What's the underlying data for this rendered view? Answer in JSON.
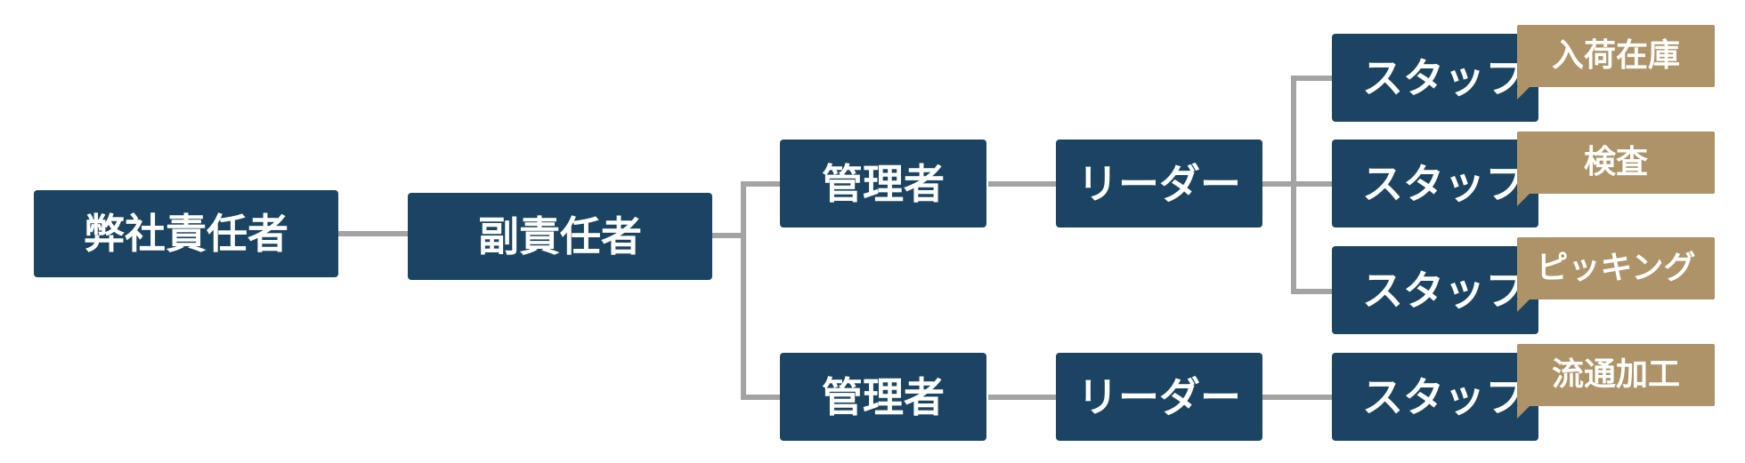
{
  "diagram": {
    "root": "弊社責任者",
    "deputy": "副責任者",
    "managers": [
      "管理者",
      "管理者"
    ],
    "leaders": [
      "リーダー",
      "リーダー"
    ],
    "staff": [
      "スタッフ",
      "スタッフ",
      "スタッフ",
      "スタッフ"
    ],
    "tasks": [
      "入荷在庫",
      "検査",
      "ピッキング",
      "流通加工"
    ],
    "colors": {
      "node": "#1a4461",
      "tag": "#ad9367",
      "connector": "#a3a3a3"
    }
  }
}
